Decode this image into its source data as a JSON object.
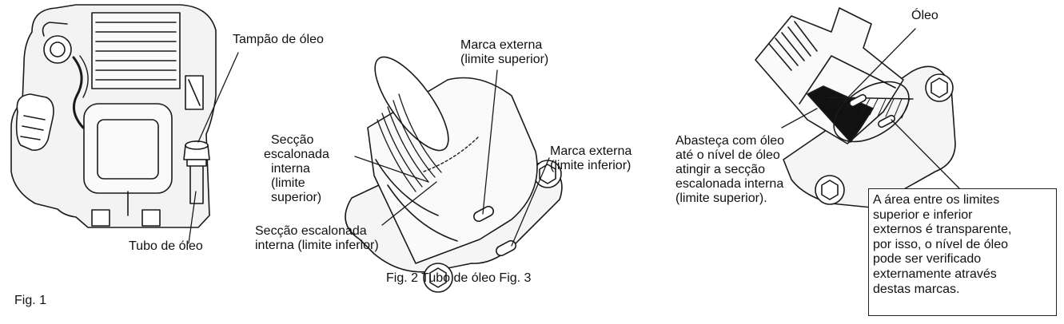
{
  "fig1": {
    "caption": "Fig. 1",
    "oil_cap_label": "Tampão de óleo",
    "oil_tube_label": "Tubo de óleo"
  },
  "fig2": {
    "caption": "Fig. 2 Tubo de óleo Fig. 3",
    "upper_mark_label": [
      "Marca externa",
      "(limite superior)"
    ],
    "lower_mark_label": [
      "Marca externa",
      "(limite inferior)"
    ],
    "inner_upper_label": [
      "Secção",
      "escalonada",
      "interna",
      "(limite",
      "superior)"
    ],
    "inner_lower_label": [
      "Secção escalonada",
      "interna (limite inferior)"
    ]
  },
  "fig3": {
    "oil_label": "Óleo",
    "fill_instruction": [
      "Abasteça com óleo",
      "até o nível de óleo",
      "atingir a secção",
      "escalonada interna",
      "(limite superior)."
    ],
    "note": [
      "A área entre os limites",
      "superior e inferior",
      "externos é transparente,",
      "por isso, o nível de óleo",
      "pode ser verificado",
      "externamente através",
      "destas marcas."
    ]
  }
}
